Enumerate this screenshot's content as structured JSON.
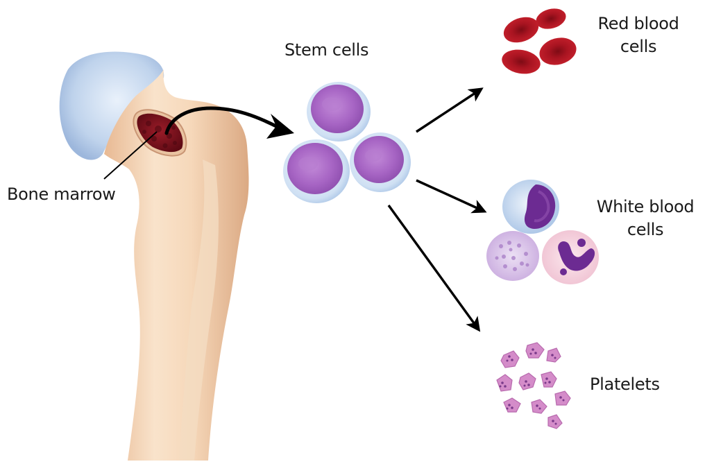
{
  "labels": {
    "bone_marrow": "Bone marrow",
    "stem_cells": "Stem cells",
    "red_blood_cells": [
      "Red blood",
      "cells"
    ],
    "white_blood_cells": [
      "White blood",
      "cells"
    ],
    "platelets": "Platelets"
  },
  "colors": {
    "bone": "#f2cfa8",
    "bone_shadow": "#d9a57f",
    "cartilage": "#b9cde8",
    "marrow": "#7a0f1c",
    "red_cell": "#b3141f",
    "stem_nucleus": "#9b58b8",
    "stem_membrane": "#cfe0f3",
    "platelet": "#d48cc9",
    "arrow": "#000000"
  }
}
